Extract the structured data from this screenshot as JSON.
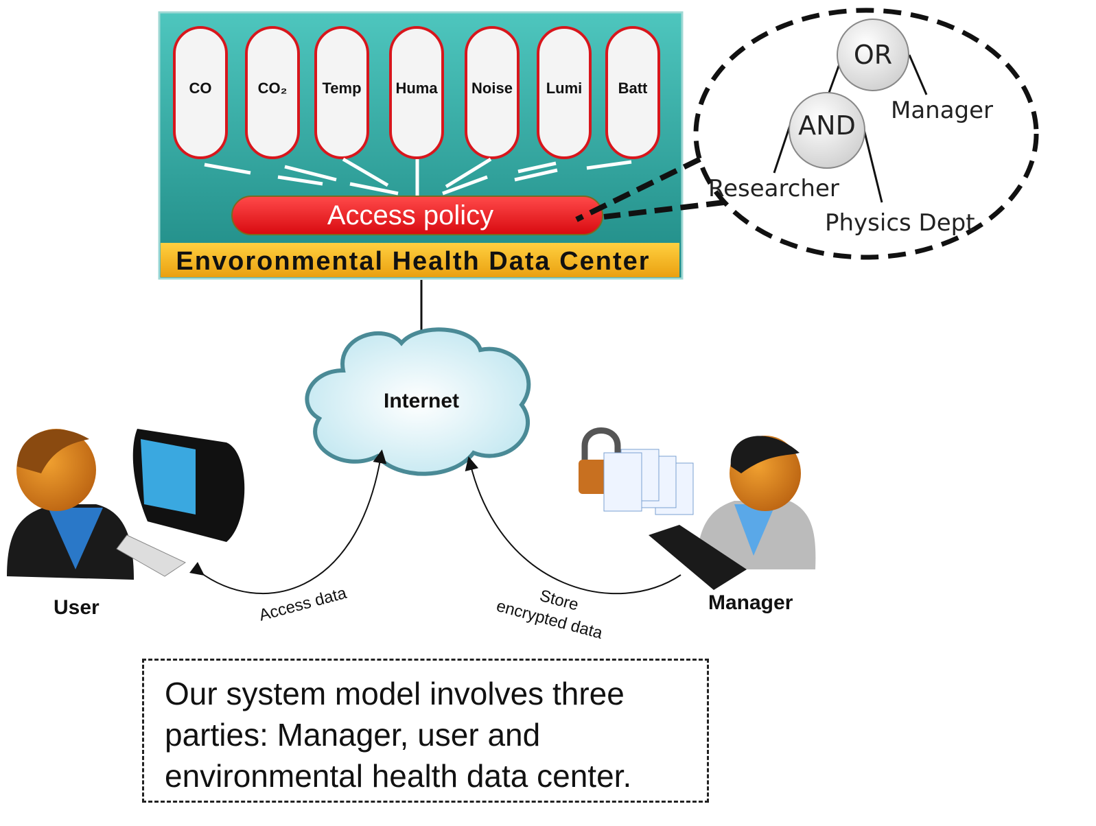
{
  "data_center": {
    "title": "Envoronmental Health Data Center",
    "policy_label": "Access policy",
    "sensors": [
      "CO",
      "CO₂",
      "Temp",
      "Huma",
      "Noise",
      "Lumi",
      "Batt"
    ]
  },
  "policy_tree": {
    "or_node": "OR",
    "and_node": "AND",
    "leaves": {
      "manager": "Manager",
      "researcher": "Researcher",
      "physics": "Physics Dept"
    }
  },
  "network": {
    "label": "Internet"
  },
  "parties": {
    "user": "User",
    "manager": "Manager"
  },
  "edges": {
    "access": "Access data",
    "store_line1": "Store",
    "store_line2": "encrypted data"
  },
  "caption": "Our system model involves three parties: Manager, user and environmental health data center.",
  "colors": {
    "teal": "#2a9f98",
    "pill_border": "#d8161c",
    "policy_red": "#e8141c",
    "banner": "#f4b820"
  }
}
